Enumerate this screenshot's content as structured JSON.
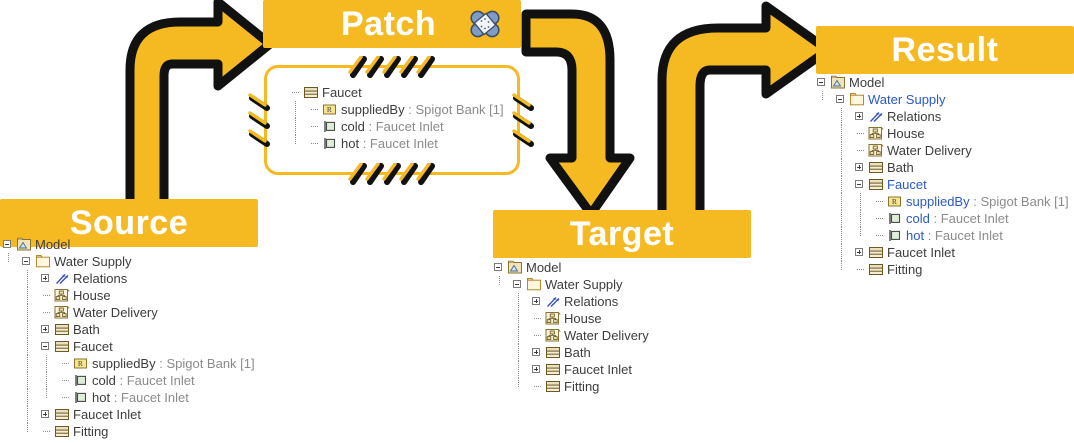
{
  "banners": {
    "source": "Source",
    "patch": "Patch",
    "target": "Target",
    "result": "Result"
  },
  "colors": {
    "accent_yellow": "#F5B921",
    "banner_text": "#FFFFFF",
    "tree_text": "#3D3D3D",
    "tree_type_text": "#8B8B8B",
    "highlight_blue": "#2A59C8",
    "stitch_black": "#101010"
  },
  "icons": {
    "patch_badge": "bandaid-icon",
    "model": "model-package-icon",
    "package": "folder-icon",
    "relations": "relations-arrows-icon",
    "block": "org-chart-icon",
    "class": "class-block-icon",
    "reference": "reference-r-icon",
    "port": "port-icon"
  },
  "trees": {
    "source": {
      "name": "Source",
      "rows": [
        {
          "depth": 0,
          "twisty": "minus",
          "icon": "model",
          "name": "Model",
          "type": "",
          "highlight": false
        },
        {
          "depth": 1,
          "twisty": "minus",
          "icon": "package",
          "name": "Water Supply",
          "type": "",
          "highlight": false
        },
        {
          "depth": 2,
          "twisty": "plus",
          "icon": "relations",
          "name": "Relations",
          "type": "",
          "highlight": false
        },
        {
          "depth": 2,
          "twisty": "none",
          "icon": "block",
          "name": "House",
          "type": "",
          "highlight": false
        },
        {
          "depth": 2,
          "twisty": "none",
          "icon": "block",
          "name": "Water Delivery",
          "type": "",
          "highlight": false
        },
        {
          "depth": 2,
          "twisty": "plus",
          "icon": "class",
          "name": "Bath",
          "type": "",
          "highlight": false
        },
        {
          "depth": 2,
          "twisty": "minus",
          "icon": "class",
          "name": "Faucet",
          "type": "",
          "highlight": false
        },
        {
          "depth": 3,
          "twisty": "none",
          "icon": "reference",
          "name": "suppliedBy",
          "type": " : Spigot Bank [1]",
          "highlight": false
        },
        {
          "depth": 3,
          "twisty": "none",
          "icon": "port",
          "name": "cold",
          "type": " : Faucet Inlet",
          "highlight": false
        },
        {
          "depth": 3,
          "twisty": "none",
          "icon": "port",
          "name": "hot",
          "type": " : Faucet Inlet",
          "highlight": false
        },
        {
          "depth": 2,
          "twisty": "plus",
          "icon": "class",
          "name": "Faucet Inlet",
          "type": "",
          "highlight": false
        },
        {
          "depth": 2,
          "twisty": "none",
          "icon": "class",
          "name": "Fitting",
          "type": "",
          "highlight": false
        }
      ]
    },
    "patch": {
      "name": "Patch",
      "rows": [
        {
          "depth": 0,
          "twisty": "none",
          "icon": "class",
          "name": "Faucet",
          "type": "",
          "highlight": false
        },
        {
          "depth": 1,
          "twisty": "none",
          "icon": "reference",
          "name": "suppliedBy",
          "type": " : Spigot Bank [1]",
          "highlight": false
        },
        {
          "depth": 1,
          "twisty": "none",
          "icon": "port",
          "name": "cold",
          "type": " : Faucet Inlet",
          "highlight": false
        },
        {
          "depth": 1,
          "twisty": "none",
          "icon": "port",
          "name": "hot",
          "type": " : Faucet Inlet",
          "highlight": false
        }
      ]
    },
    "target": {
      "name": "Target",
      "rows": [
        {
          "depth": 0,
          "twisty": "minus",
          "icon": "model",
          "name": "Model",
          "type": "",
          "highlight": false
        },
        {
          "depth": 1,
          "twisty": "minus",
          "icon": "package",
          "name": "Water Supply",
          "type": "",
          "highlight": false
        },
        {
          "depth": 2,
          "twisty": "plus",
          "icon": "relations",
          "name": "Relations",
          "type": "",
          "highlight": false
        },
        {
          "depth": 2,
          "twisty": "none",
          "icon": "block",
          "name": "House",
          "type": "",
          "highlight": false
        },
        {
          "depth": 2,
          "twisty": "none",
          "icon": "block",
          "name": "Water Delivery",
          "type": "",
          "highlight": false
        },
        {
          "depth": 2,
          "twisty": "plus",
          "icon": "class",
          "name": "Bath",
          "type": "",
          "highlight": false
        },
        {
          "depth": 2,
          "twisty": "plus",
          "icon": "class",
          "name": "Faucet Inlet",
          "type": "",
          "highlight": false
        },
        {
          "depth": 2,
          "twisty": "none",
          "icon": "class",
          "name": "Fitting",
          "type": "",
          "highlight": false
        }
      ]
    },
    "result": {
      "name": "Result",
      "rows": [
        {
          "depth": 0,
          "twisty": "minus",
          "icon": "model",
          "name": "Model",
          "type": "",
          "highlight": false
        },
        {
          "depth": 1,
          "twisty": "minus",
          "icon": "package",
          "name": "Water Supply",
          "type": "",
          "highlight": true
        },
        {
          "depth": 2,
          "twisty": "plus",
          "icon": "relations",
          "name": "Relations",
          "type": "",
          "highlight": false
        },
        {
          "depth": 2,
          "twisty": "none",
          "icon": "block",
          "name": "House",
          "type": "",
          "highlight": false
        },
        {
          "depth": 2,
          "twisty": "none",
          "icon": "block",
          "name": "Water Delivery",
          "type": "",
          "highlight": false
        },
        {
          "depth": 2,
          "twisty": "plus",
          "icon": "class",
          "name": "Bath",
          "type": "",
          "highlight": false
        },
        {
          "depth": 2,
          "twisty": "minus",
          "icon": "class",
          "name": "Faucet",
          "type": "",
          "highlight": true
        },
        {
          "depth": 3,
          "twisty": "none",
          "icon": "reference",
          "name": "suppliedBy",
          "type": " : Spigot Bank [1]",
          "highlight": true
        },
        {
          "depth": 3,
          "twisty": "none",
          "icon": "port",
          "name": "cold",
          "type": " : Faucet Inlet",
          "highlight": true
        },
        {
          "depth": 3,
          "twisty": "none",
          "icon": "port",
          "name": "hot",
          "type": " : Faucet Inlet",
          "highlight": true
        },
        {
          "depth": 2,
          "twisty": "plus",
          "icon": "class",
          "name": "Faucet Inlet",
          "type": "",
          "highlight": false
        },
        {
          "depth": 2,
          "twisty": "none",
          "icon": "class",
          "name": "Fitting",
          "type": "",
          "highlight": false
        }
      ]
    }
  },
  "arrows": [
    {
      "name": "arrow-source-to-patch",
      "from": "Source",
      "to": "Patch"
    },
    {
      "name": "arrow-patch-to-target",
      "from": "Patch",
      "to": "Target"
    },
    {
      "name": "arrow-target-to-result",
      "from": "Target",
      "to": "Result"
    }
  ]
}
